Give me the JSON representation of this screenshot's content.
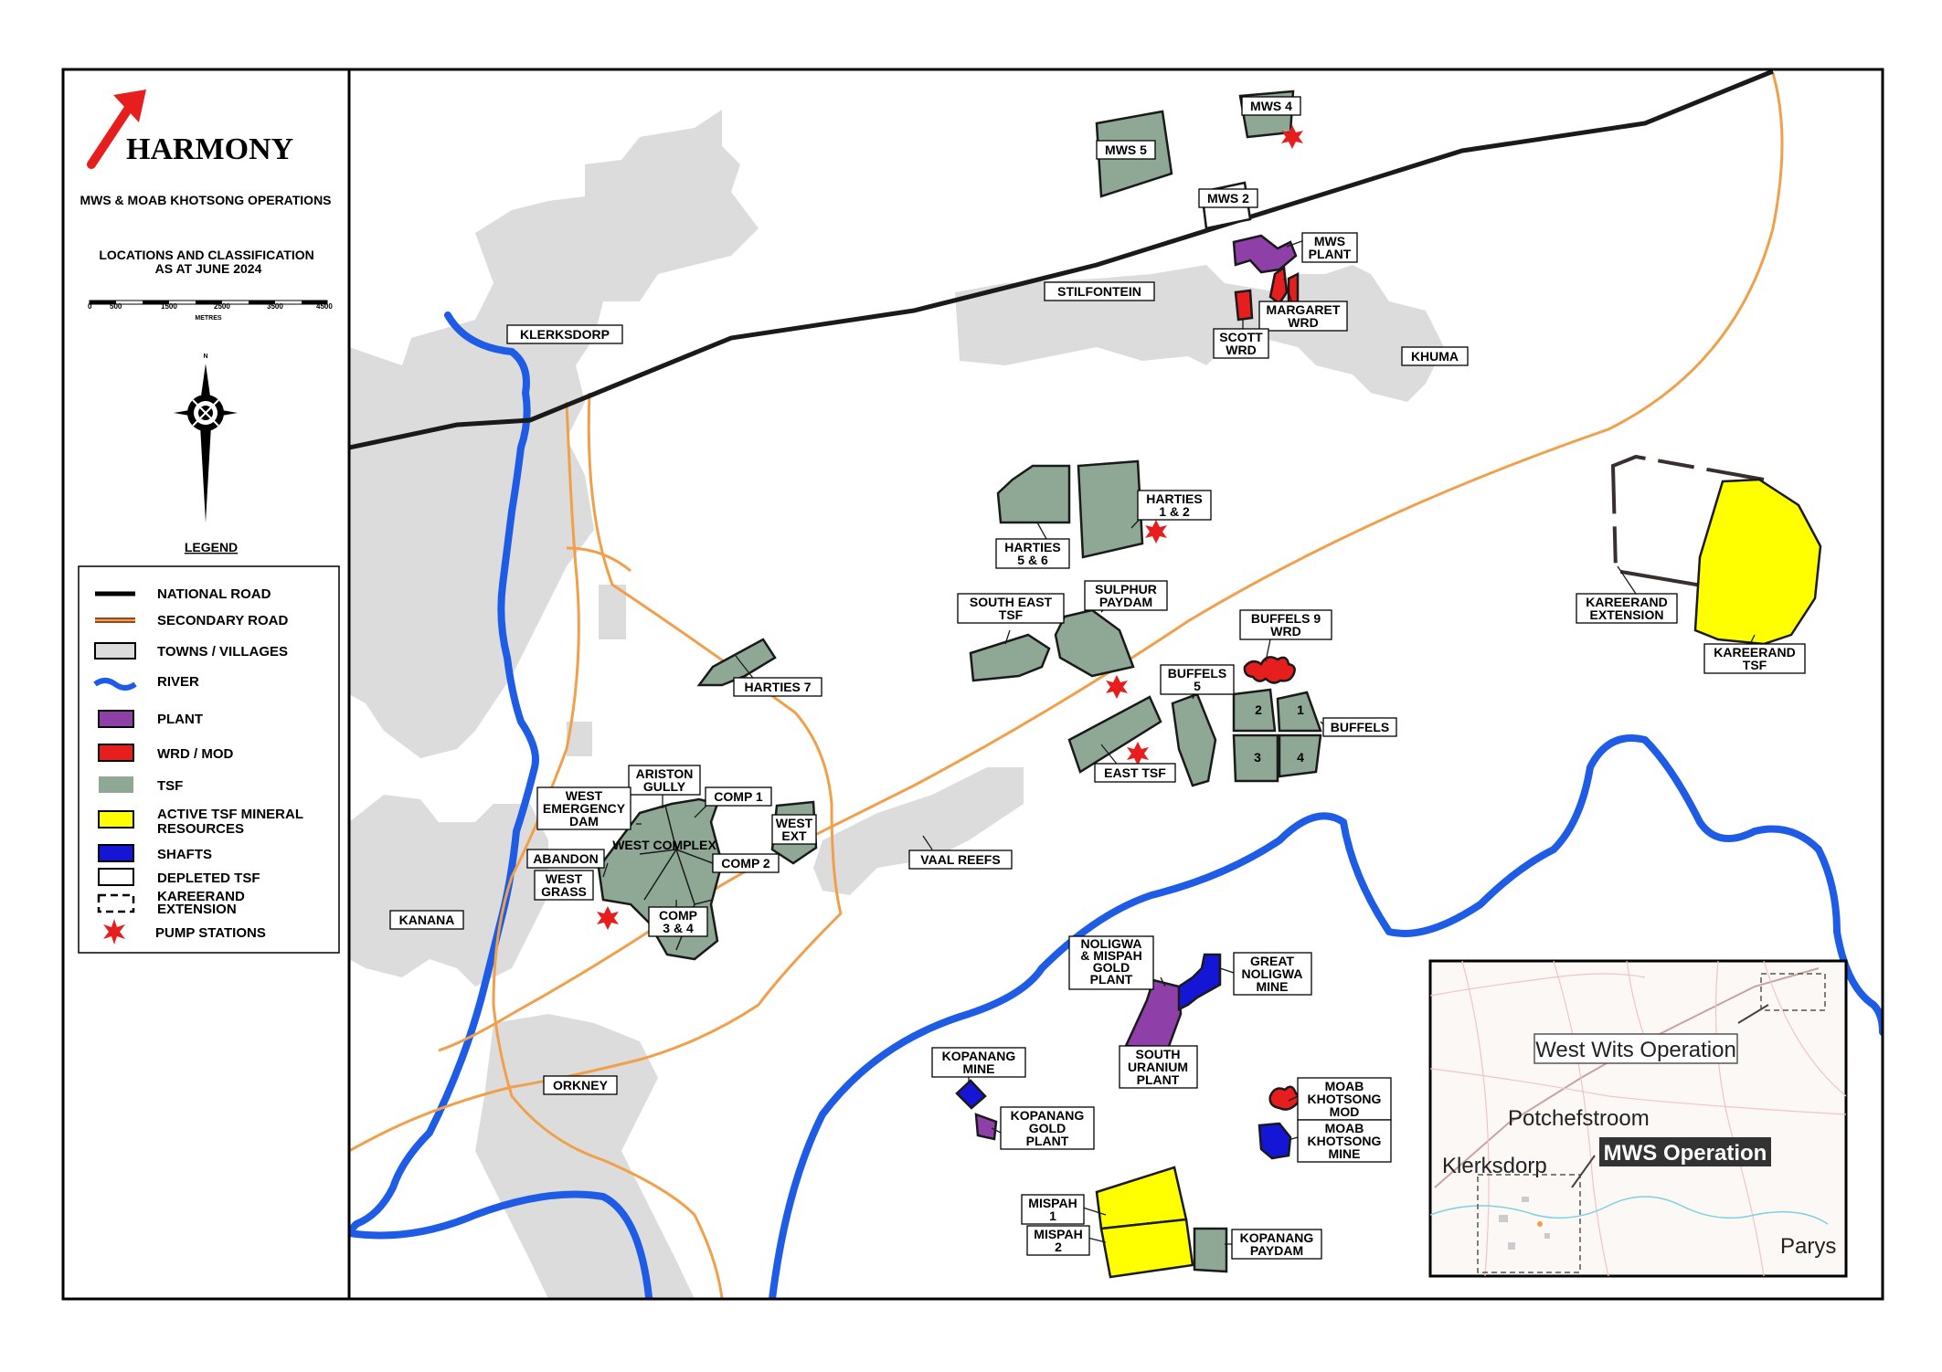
{
  "title": {
    "logo": "HARMONY",
    "heading": "MWS & MOAB KHOTSONG OPERATIONS",
    "subheading": "LOCATIONS AND CLASSIFICATION AS AT JUNE 2024",
    "scale_ticks": [
      "0",
      "500",
      "1500",
      "2500",
      "3500",
      "4500"
    ],
    "scale_unit": "METRES",
    "north": "N"
  },
  "legend": {
    "heading": "LEGEND",
    "items": [
      {
        "label": "NATIONAL ROAD"
      },
      {
        "label": "SECONDARY ROAD"
      },
      {
        "label": "TOWNS / VILLAGES"
      },
      {
        "label": "RIVER"
      },
      {
        "label": "PLANT"
      },
      {
        "label": "WRD / MOD"
      },
      {
        "label": "TSF"
      },
      {
        "label": "ACTIVE TSF MINERAL RESOURCES"
      },
      {
        "label": "SHAFTS"
      },
      {
        "label": "DEPLETED TSF"
      },
      {
        "label": "KAREERAND EXTENSION"
      },
      {
        "label": "PUMP STATIONS"
      }
    ]
  },
  "colors": {
    "national_road": "#1a1a1a",
    "secondary_road": "#f0a04b",
    "town": "#dcdcdc",
    "river": "#1f5ce6",
    "plant": "#8e3fa8",
    "wrd": "#e61e1e",
    "tsf": "#8fa896",
    "active_tsf": "#ffff00",
    "shaft": "#1515d6",
    "pump": "#e61e1e"
  },
  "places": {
    "klerksdorp": "KLERKSDORP",
    "stilfontein": "STILFONTEIN",
    "khuma": "KHUMA",
    "kanana": "KANANA",
    "orkney": "ORKNEY",
    "vaal_reefs": "VAAL REEFS"
  },
  "sites": {
    "mws5": "MWS 5",
    "mws4": "MWS 4",
    "mws2": "MWS 2",
    "mws_plant": [
      "MWS",
      "PLANT"
    ],
    "margaret": [
      "MARGARET",
      "WRD"
    ],
    "scott": [
      "SCOTT",
      "WRD"
    ],
    "harties56": [
      "HARTIES",
      "5 & 6"
    ],
    "harties12": [
      "HARTIES",
      "1 & 2"
    ],
    "south_east": [
      "SOUTH EAST",
      "TSF"
    ],
    "sulphur": [
      "SULPHUR",
      "PAYDAM"
    ],
    "buffels9": [
      "BUFFELS 9",
      "WRD"
    ],
    "buffels5": [
      "BUFFELS",
      "5"
    ],
    "buffels": "BUFFELS",
    "buffels_cells": [
      "2",
      "1",
      "3",
      "4"
    ],
    "east_tsf": "EAST TSF",
    "harties7": "HARTIES 7",
    "ariston": [
      "ARISTON",
      "GULLY"
    ],
    "comp1": "COMP 1",
    "west_emergency": [
      "WEST",
      "EMERGENCY",
      "DAM"
    ],
    "west_ext": [
      "WEST",
      "EXT"
    ],
    "west_complex": "WEST COMPLEX",
    "abandon": "ABANDON",
    "comp2": "COMP 2",
    "west_grass": [
      "WEST",
      "GRASS"
    ],
    "comp34": [
      "COMP",
      "3 & 4"
    ],
    "kareerand_ext": [
      "KAREERAND",
      "EXTENSION"
    ],
    "kareerand_tsf": [
      "KAREERAND",
      "TSF"
    ],
    "noligwa": [
      "NOLIGWA",
      "& MISPAH",
      "GOLD",
      "PLANT"
    ],
    "great_noligwa": [
      "GREAT",
      "NOLIGWA",
      "MINE"
    ],
    "south_uranium": [
      "SOUTH",
      "URANIUM",
      "PLANT"
    ],
    "kopanang_mine": [
      "KOPANANG",
      "MINE"
    ],
    "kopanang_plant": [
      "KOPANANG",
      "GOLD",
      "PLANT"
    ],
    "moab_mod": [
      "MOAB",
      "KHOTSONG",
      "MOD"
    ],
    "moab_mine": [
      "MOAB",
      "KHOTSONG",
      "MINE"
    ],
    "mispah1": [
      "MISPAH",
      "1"
    ],
    "mispah2": [
      "MISPAH",
      "2"
    ],
    "kopanang_paydam": [
      "KOPANANG",
      "PAYDAM"
    ]
  },
  "inset": {
    "west_wits": "West Wits Operation",
    "potchefstroom": "Potchefstroom",
    "mws_operation": "MWS Operation",
    "klerksdorp": "Klerksdorp",
    "parys": "Parys"
  }
}
